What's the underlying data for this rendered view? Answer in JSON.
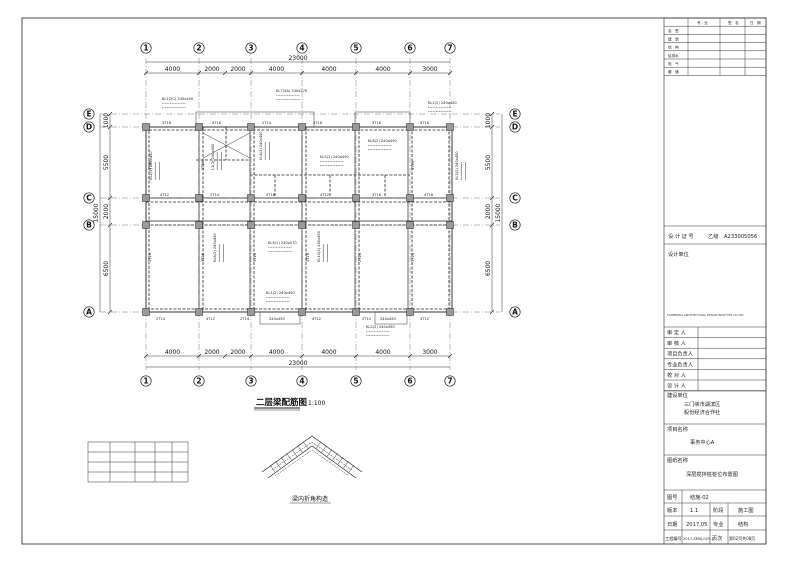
{
  "axes": {
    "x": [
      "1",
      "2",
      "3",
      "4",
      "5",
      "6",
      "7"
    ],
    "y": [
      "E",
      "D",
      "C",
      "B",
      "A"
    ]
  },
  "dimensions": {
    "top_total": "23000",
    "top_segments": [
      "4000",
      "2000",
      "2000",
      "4000",
      "4000",
      "4000",
      "3000"
    ],
    "bottom_total": "23000",
    "bottom_segments": [
      "4000",
      "2000",
      "2000",
      "4000",
      "4000",
      "4000",
      "3000"
    ],
    "left_total": "15000",
    "left_segments": [
      "1000",
      "5500",
      "2000",
      "6500"
    ],
    "right_total": "15000",
    "right_segments": [
      "1000",
      "5500",
      "2000",
      "6500"
    ]
  },
  "beam_labels": {
    "rebar_tags": [
      "3T16",
      "4T16",
      "2T14",
      "4T16",
      "3T16",
      "4T16",
      "4T12",
      "2T14",
      "4T16",
      "4T12",
      "3T16",
      "4T16"
    ],
    "kl_notes": [
      "KL1(2C) 240x450",
      "KL7(3A) 240x570",
      "KL1(2) 240x450",
      "KL2(3) 240x450",
      "L1(2) 240x450",
      "KL4(3) 240x450",
      "KL5(1) 240x450",
      "KL8(2) 240x450",
      "KL3(2) 240x450",
      "KL6(3) 240x450",
      "KL9(1) 240x570",
      "KL10(2) 240x450",
      "KL1(2) 240x450",
      "KL2(2) 240x450"
    ],
    "bottom_box": "240x450"
  },
  "drawing_title": {
    "name": "二层梁配筋图",
    "scale": "1:100"
  },
  "detail_caption": "梁内折角构造",
  "title_block": {
    "top_rows": [
      "会　签",
      "建　筑",
      "结　构",
      "给排水",
      "电　气",
      "暖　通"
    ],
    "top_cols": [
      "专　业",
      "签　名",
      "日　期"
    ],
    "cert_label": "设 计 证 号",
    "cert_grade": "乙级",
    "cert_number": "A233005056",
    "design_unit_label": "设计单位",
    "design_unit_en": "SANMENXIA ARCHITECTURAL DESIGN INSTITUTE CO.,LTD.",
    "roles": [
      "审 定 人",
      "审 核 人",
      "项目负责人",
      "专业负责人",
      "校 对 人",
      "设 计 人"
    ],
    "client_label": "建设单位",
    "client_name_1": "三门峡市湖滨区",
    "client_name_2": "股份经济合作社",
    "project_label": "项目名称",
    "project_name": "事务中心A",
    "drawing_label": "图纸名称",
    "drawing_name": "深层搅拌桩桩位布置图",
    "drawing_no_label": "图号",
    "drawing_no": "结施-02",
    "version_label": "版本",
    "version": "1.1",
    "stage_label": "阶段",
    "stage": "施工图",
    "date_label": "日期",
    "date": "2017.05",
    "discipline_label": "专业",
    "discipline": "结构",
    "project_no_label": "工程编号",
    "project_no": "2017-SMSJ-029-1",
    "page_label": "页次",
    "page": "第02页共08页"
  }
}
